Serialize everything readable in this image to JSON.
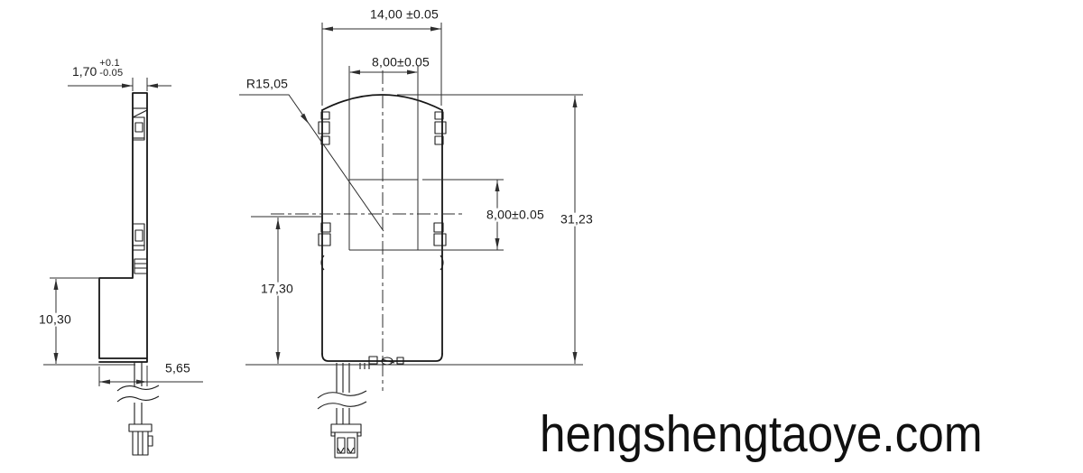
{
  "watermark": "hengshengtaoye.com",
  "side_view": {
    "thickness": {
      "value": "1,70",
      "tol_plus": "+0.1",
      "tol_minus": "-0.05"
    },
    "base_height": "10,30",
    "base_width": "5,65"
  },
  "front_view": {
    "overall_width": "14,00 ±0.05",
    "lens_width": "8,00±0.05",
    "lens_radius": "R15,05",
    "window_height": "8,00±0.05",
    "overall_height": "31,23",
    "body_height": "17,30"
  }
}
